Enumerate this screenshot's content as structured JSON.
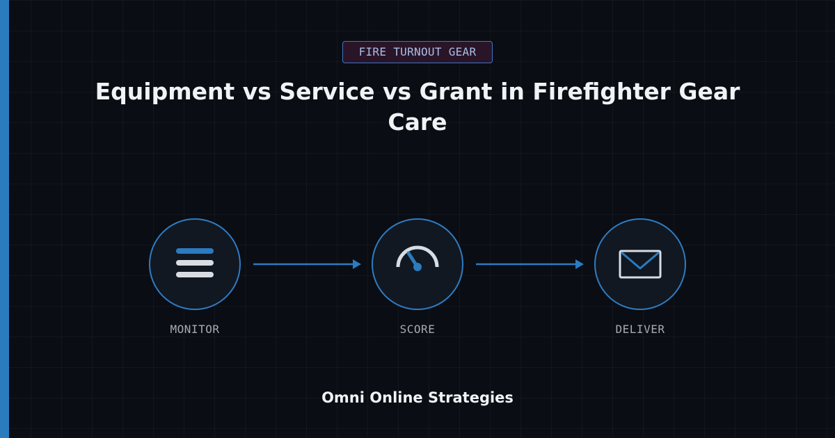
{
  "tag": "FIRE TURNOUT GEAR",
  "title": "Equipment vs Service vs Grant in Firefighter Gear Care",
  "steps": [
    {
      "label": "MONITOR",
      "icon": "list-icon"
    },
    {
      "label": "SCORE",
      "icon": "gauge-icon"
    },
    {
      "label": "DELIVER",
      "icon": "envelope-icon"
    }
  ],
  "footer": "Omni Online Strategies",
  "colors": {
    "accent": "#2b7bbf",
    "background": "#0a0d13",
    "node_fill": "#111821",
    "icon_light": "#d9dde3"
  }
}
